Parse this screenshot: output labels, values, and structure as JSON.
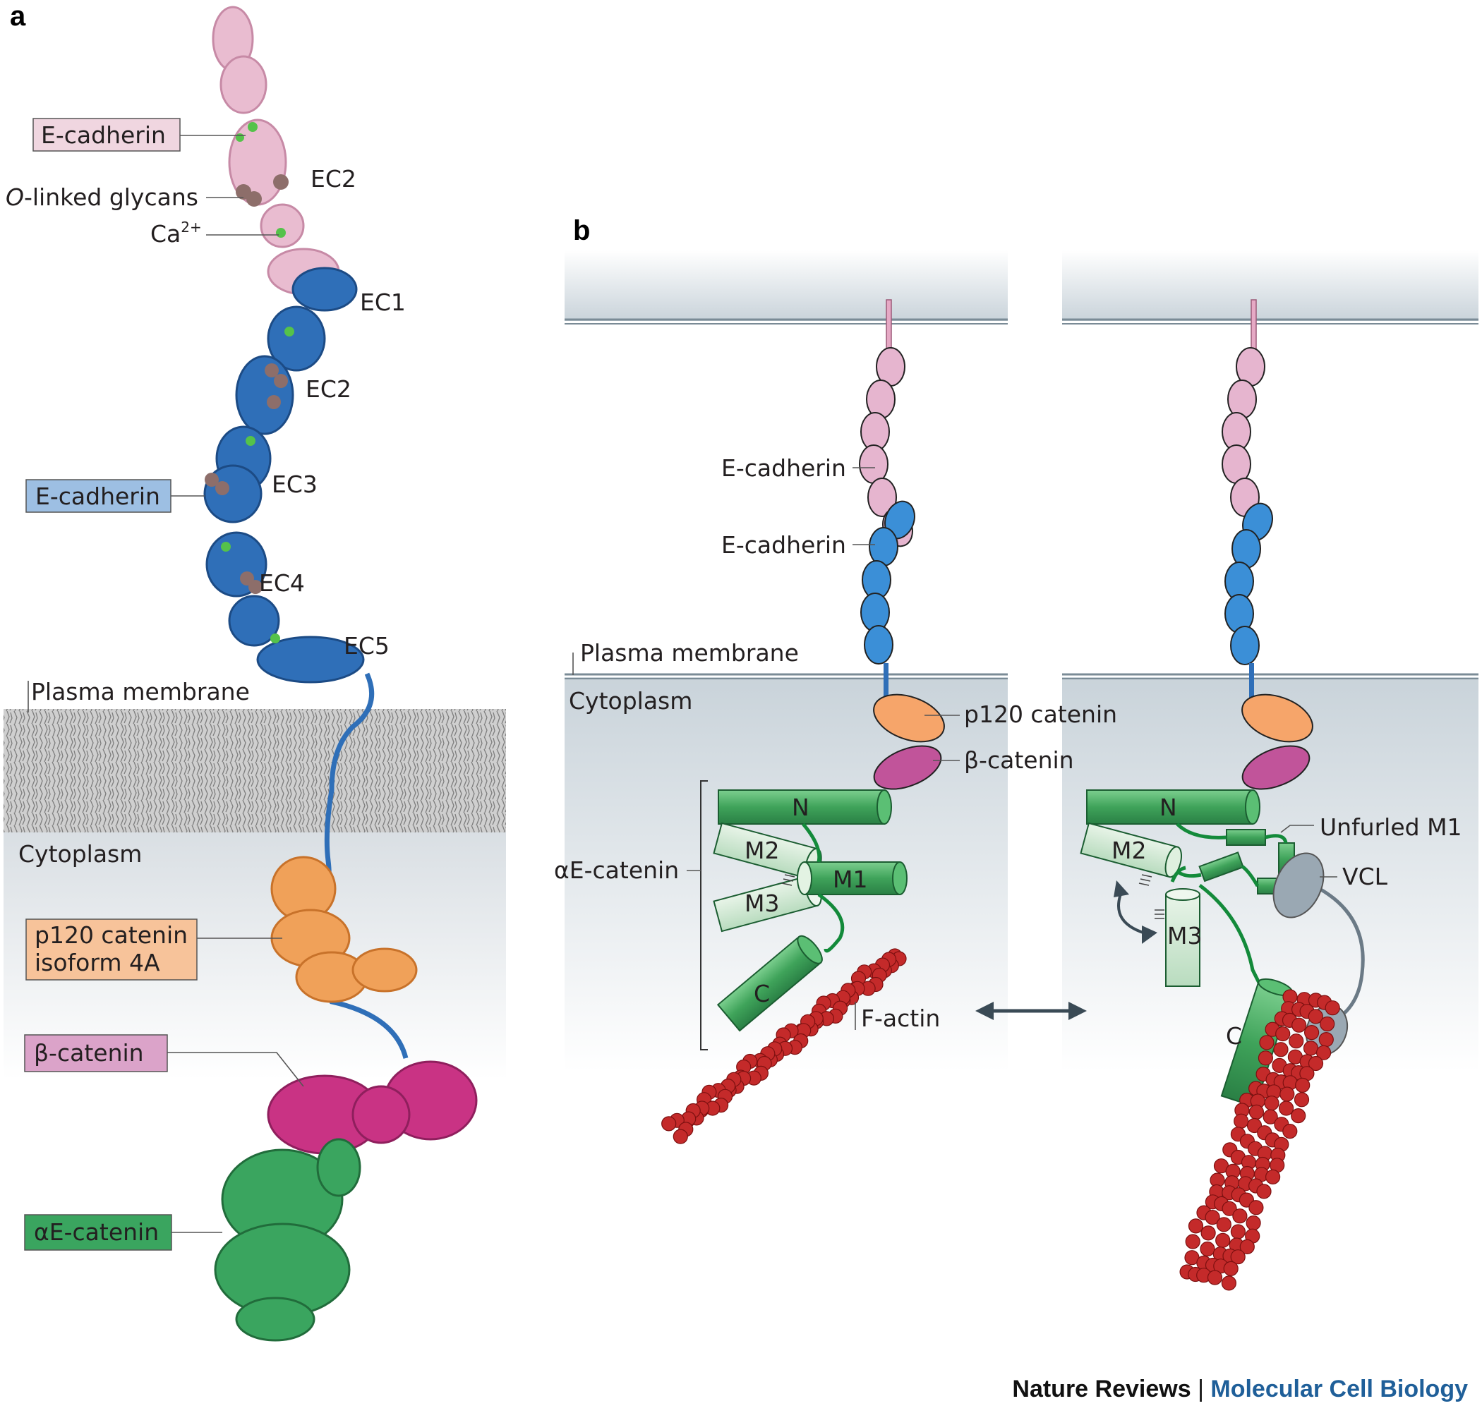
{
  "panel_a": {
    "letter": "a",
    "labels": {
      "ecad_top": "E-cadherin",
      "glycans_italic": "O",
      "glycans_rest": "-linked glycans",
      "ca": "Ca",
      "ca_sup": "2+",
      "ec2_top": "EC2",
      "ec1": "EC1",
      "ec2": "EC2",
      "ec3": "EC3",
      "ec4": "EC4",
      "ec5": "EC5",
      "ecad_bottom": "E-cadherin",
      "plasma_membrane": "Plasma membrane",
      "cytoplasm": "Cytoplasm",
      "p120_line1": "p120 catenin",
      "p120_line2": "isoform 4A",
      "beta_catenin": "β-catenin",
      "alpha_catenin": "αE-catenin"
    },
    "box_colors": {
      "ecad_top": "#f0d6e0",
      "ecad_bottom": "#9dbfe3",
      "p120": "#f7c39a",
      "beta": "#dba3c9",
      "alpha": "#3aa55f"
    }
  },
  "panel_b": {
    "letter": "b",
    "labels": {
      "ecad_1": "E-cadherin",
      "ecad_2": "E-cadherin",
      "plasma_membrane": "Plasma membrane",
      "cytoplasm": "Cytoplasm",
      "p120": "p120 catenin",
      "beta": "β-catenin",
      "alpha": "αE-catenin",
      "f_actin": "F-actin",
      "unfurled_m1": "Unfurled M1",
      "vcl": "VCL",
      "n": "N",
      "m1": "M1",
      "m2": "M2",
      "m3": "M3",
      "c": "C"
    }
  },
  "credit": {
    "journal": "Nature Reviews",
    "separator": "|",
    "title": "Molecular Cell Biology"
  }
}
